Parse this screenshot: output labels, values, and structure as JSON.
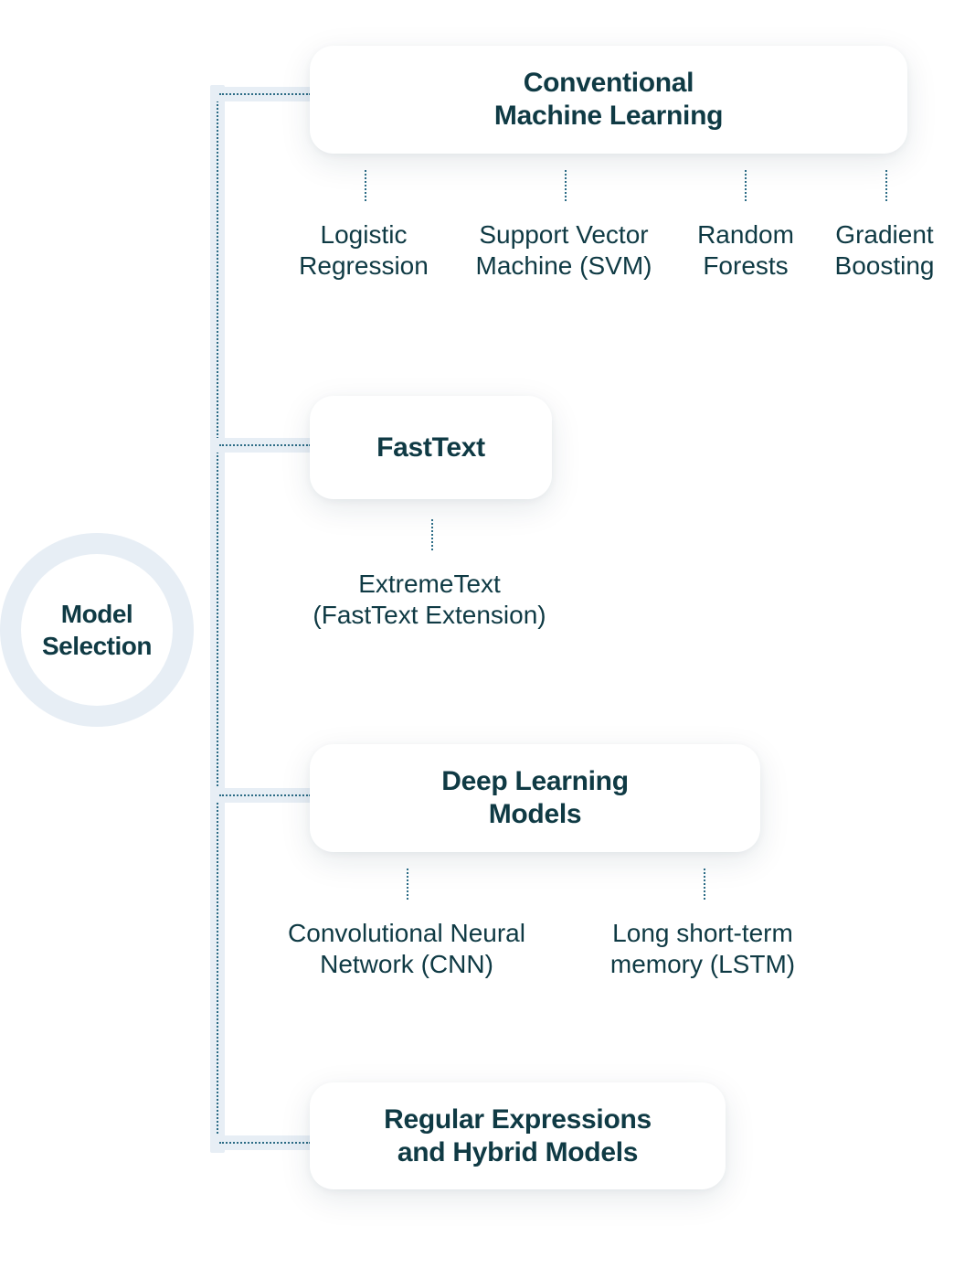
{
  "root": {
    "label": "Model\nSelection"
  },
  "categories": [
    {
      "label": "Conventional\nMachine Learning",
      "children": [
        "Logistic\nRegression",
        "Support Vector\nMachine (SVM)",
        "Random\nForests",
        "Gradient\nBoosting"
      ]
    },
    {
      "label": "FastText",
      "children": [
        "ExtremeText\n(FastText Extension)"
      ]
    },
    {
      "label": "Deep Learning\nModels",
      "children": [
        "Convolutional Neural\nNetwork (CNN)",
        "Long short-term\nmemory (LSTM)"
      ]
    },
    {
      "label": "Regular Expressions\nand Hybrid Models",
      "children": []
    }
  ],
  "colors": {
    "text": "#0f3a44",
    "connector": "#2b6b85",
    "connector_bg": "#e7eef5",
    "card_bg": "#ffffff"
  }
}
